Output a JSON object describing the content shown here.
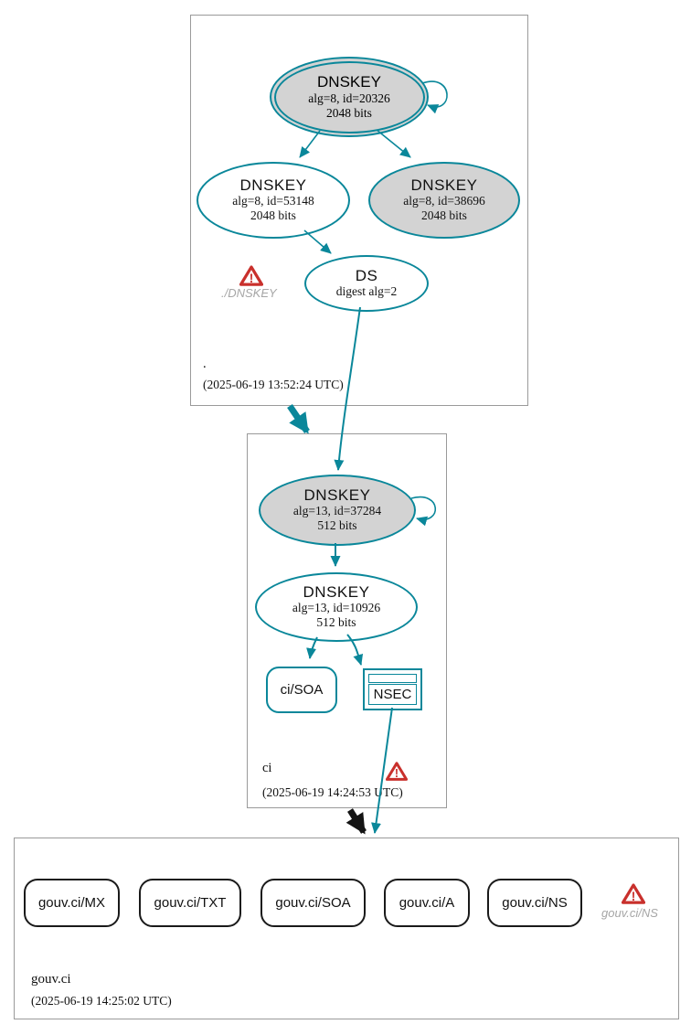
{
  "colors": {
    "secure_teal": "#0a879a",
    "warning_red": "#c9302c",
    "key_fill_gray": "#d3d3d3",
    "insecure_black": "#141414"
  },
  "zones": {
    "root": {
      "label": ".",
      "timestamp": "(2025-06-19 13:52:24 UTC)",
      "ksk": {
        "title": "DNSKEY",
        "detail1": "alg=8, id=20326",
        "detail2": "2048 bits"
      },
      "zsk1": {
        "title": "DNSKEY",
        "detail1": "alg=8, id=53148",
        "detail2": "2048 bits"
      },
      "zsk2": {
        "title": "DNSKEY",
        "detail1": "alg=8, id=38696",
        "detail2": "2048 bits"
      },
      "ds": {
        "title": "DS",
        "detail1": "digest alg=2"
      },
      "warning_label": "./DNSKEY"
    },
    "ci": {
      "label": "ci",
      "timestamp": "(2025-06-19 14:24:53 UTC)",
      "ksk": {
        "title": "DNSKEY",
        "detail1": "alg=13, id=37284",
        "detail2": "512 bits"
      },
      "zsk": {
        "title": "DNSKEY",
        "detail1": "alg=13, id=10926",
        "detail2": "512 bits"
      },
      "soa": {
        "label": "ci/SOA"
      },
      "nsec": {
        "label": "NSEC"
      }
    },
    "gouv": {
      "label": "gouv.ci",
      "timestamp": "(2025-06-19 14:25:02 UTC)",
      "rrsets": [
        {
          "label": "gouv.ci/MX"
        },
        {
          "label": "gouv.ci/TXT"
        },
        {
          "label": "gouv.ci/SOA"
        },
        {
          "label": "gouv.ci/A"
        },
        {
          "label": "gouv.ci/NS"
        }
      ],
      "warning_label": "gouv.ci/NS"
    }
  }
}
